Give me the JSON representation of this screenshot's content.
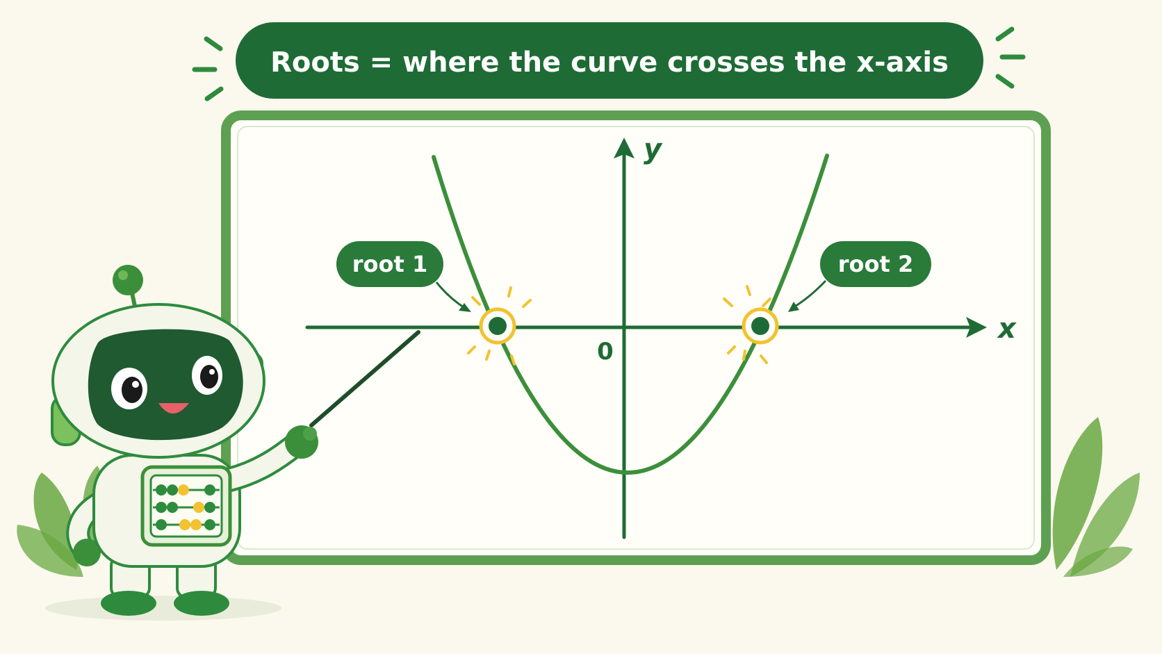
{
  "banner": {
    "title": "Roots = where the curve crosses the x-axis"
  },
  "graph": {
    "x_axis_label": "x",
    "y_axis_label": "y",
    "origin_label": "0",
    "roots": [
      {
        "label": "root 1"
      },
      {
        "label": "root 2"
      }
    ]
  },
  "colors": {
    "background": "#fbf9ee",
    "primary_green": "#1f6b36",
    "curve_green": "#3c8f3a",
    "frame_green": "#5ea052",
    "root_highlight": "#f2c230",
    "leaf_green": "#6aa842"
  },
  "icons": {
    "mascot": "robot-mascot-icon",
    "pointer": "pointer-stick-icon",
    "root_marker": "highlighted-dot-icon",
    "decoration": "leaf-plant-icon"
  }
}
